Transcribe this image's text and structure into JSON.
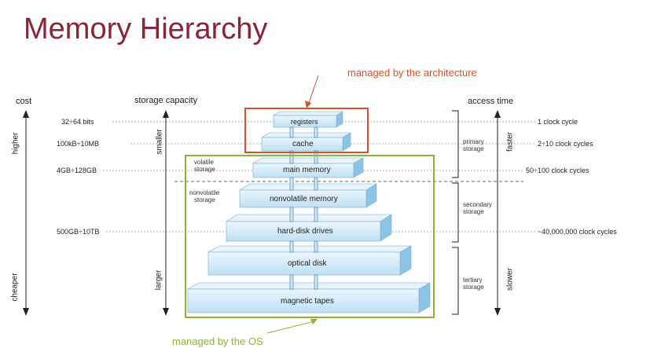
{
  "title": "Memory Hierarchy",
  "headers": {
    "cost": "cost",
    "storage_capacity": "storage capacity",
    "access_time": "access time"
  },
  "axes": {
    "higher": "higher",
    "cheaper": "cheaper",
    "smaller": "smaller",
    "larger": "larger",
    "faster": "faster",
    "slower": "slower"
  },
  "capacities": [
    "32÷64 bits",
    "100kB÷10MB",
    "4GB÷128GB",
    "500GB÷10TB"
  ],
  "access_times": [
    "1 clock cycle",
    "2÷10 clock cycles",
    "50÷100 clock cycles",
    "~40,000,000 clock cycles"
  ],
  "levels": [
    "registers",
    "cache",
    "main memory",
    "nonvolatile memory",
    "hard-disk drives",
    "optical disk",
    "magnetic tapes"
  ],
  "storage_types": {
    "volatile_1": "volatile",
    "volatile_2": "storage",
    "nonvolatile_1": "nonvolatile",
    "nonvolatile_2": "storage"
  },
  "tiers": {
    "primary_1": "primary",
    "primary_2": "storage",
    "secondary_1": "secondary",
    "secondary_2": "storage",
    "tertiary_1": "tertiary",
    "tertiary_2": "storage"
  },
  "annotations": {
    "architecture": "managed by the architecture",
    "os": "managed by the OS"
  },
  "colors": {
    "title": "#8a2437",
    "architecture_box": "#d4532e",
    "os_box": "#8db23a",
    "dotted_line": "#8fb8d8",
    "block_front": "#cfe6f5",
    "block_top": "#e8f4fb",
    "block_side": "#8cc4e6"
  }
}
